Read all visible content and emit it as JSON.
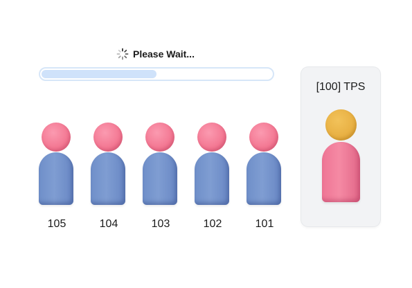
{
  "status": {
    "icon": "spinner-icon",
    "text": "Please Wait...",
    "progress_fraction": 0.5
  },
  "queue": {
    "people": [
      {
        "label": "105"
      },
      {
        "label": "104"
      },
      {
        "label": "103"
      },
      {
        "label": "102"
      },
      {
        "label": "101"
      }
    ]
  },
  "server": {
    "title": "[100] TPS"
  },
  "colors": {
    "queue_head": "#f37792",
    "queue_body": "#7896cd",
    "server_head": "#e8b043",
    "server_body": "#f07e99",
    "progress_fill": "#cfe2fa",
    "progress_border": "#d6e6f8",
    "panel_bg": "#f2f3f5"
  }
}
